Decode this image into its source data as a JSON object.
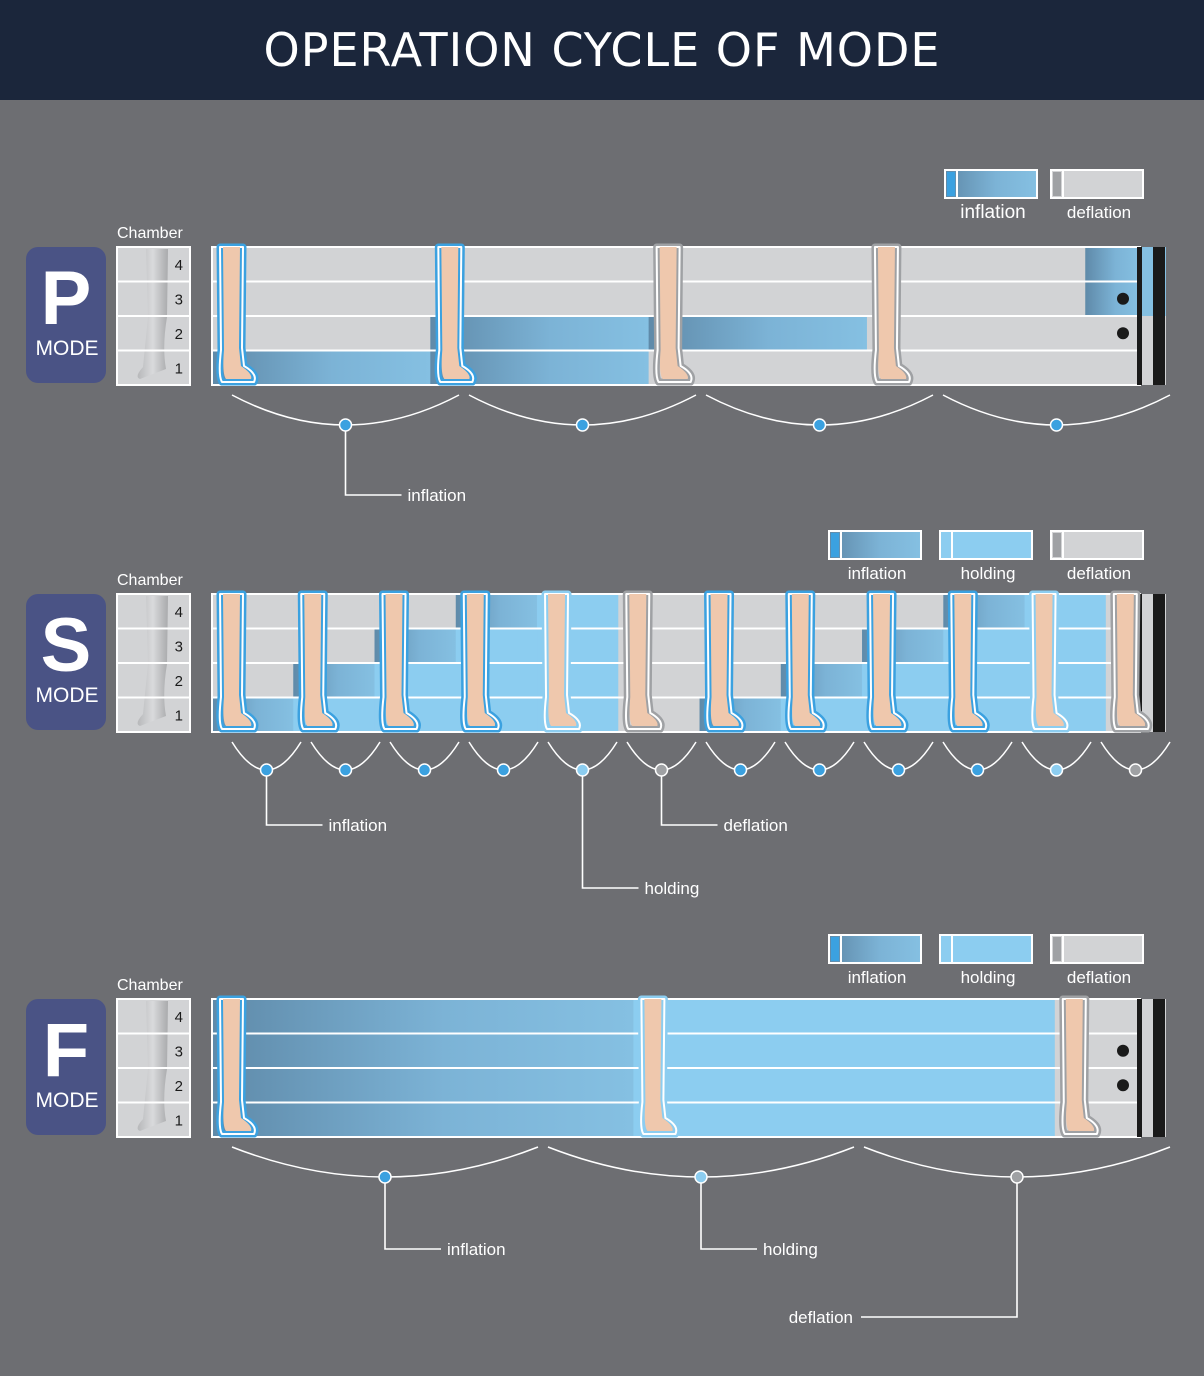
{
  "title": "OPERATION CYCLE  OF  MODE",
  "colors": {
    "header": "#1b263b",
    "background": "#6d6e72",
    "row_gray": "#d2d3d5",
    "inflation_dark": "#5f8aa9",
    "inflation_light": "#85c0e2",
    "holding": "#8ccdf0",
    "marker_blue": "#3ba1e0",
    "marker_gray": "#9fa1a4",
    "badge": "#4a5385"
  },
  "chamber_label": "Chamber",
  "chamber_numbers": [
    "4",
    "3",
    "2",
    "1"
  ],
  "mode_word": "MODE",
  "modes": [
    {
      "id": "p",
      "letter": "P",
      "legend": [
        {
          "key": "inflation",
          "label": "inflation"
        },
        {
          "key": "deflation",
          "label": "deflation"
        }
      ],
      "phase_count": 4,
      "cells": [
        [
          "g",
          "g",
          "g",
          "g"
        ],
        [
          "g",
          "g",
          "g",
          "g"
        ],
        [
          "g",
          "i",
          "i",
          "g"
        ],
        [
          "i",
          "i",
          "g",
          "g"
        ]
      ],
      "last_cells": [
        "i",
        "i",
        "g",
        "g"
      ],
      "feet": [
        "b",
        "b",
        "g",
        "g"
      ],
      "stages": [
        "i",
        "i",
        "i",
        "i"
      ],
      "callouts": [
        {
          "stage": 0,
          "label": "inflation",
          "drop": 70
        }
      ]
    },
    {
      "id": "s",
      "letter": "S",
      "legend": [
        {
          "key": "inflation",
          "label": "inflation"
        },
        {
          "key": "holding",
          "label": "holding"
        },
        {
          "key": "deflation",
          "label": "deflation"
        }
      ],
      "phase_count": 11,
      "cells": [
        [
          "g",
          "g",
          "g",
          "i",
          "h",
          "g",
          "g",
          "g",
          "g",
          "i",
          "h"
        ],
        [
          "g",
          "g",
          "i",
          "h",
          "h",
          "g",
          "g",
          "g",
          "i",
          "h",
          "h"
        ],
        [
          "g",
          "i",
          "h",
          "h",
          "h",
          "g",
          "g",
          "i",
          "h",
          "h",
          "h"
        ],
        [
          "i",
          "h",
          "h",
          "h",
          "h",
          "g",
          "i",
          "h",
          "h",
          "h",
          "h"
        ]
      ],
      "last_cells": [
        "g",
        "g",
        "g",
        "g"
      ],
      "feet": [
        "b",
        "b",
        "b",
        "b",
        "l",
        "g",
        "b",
        "b",
        "b",
        "b",
        "l",
        "g"
      ],
      "stages": [
        "i",
        "i",
        "i",
        "i",
        "h",
        "g",
        "i",
        "i",
        "i",
        "i",
        "h",
        "g"
      ],
      "callouts": [
        {
          "stage": 0,
          "label": "inflation",
          "drop": 55
        },
        {
          "stage": 4,
          "label": "holding",
          "drop": 118
        },
        {
          "stage": 5,
          "label": "deflation",
          "drop": 55
        }
      ]
    },
    {
      "id": "f",
      "letter": "F",
      "legend": [
        {
          "key": "inflation",
          "label": "inflation"
        },
        {
          "key": "holding",
          "label": "holding"
        },
        {
          "key": "deflation",
          "label": "deflation"
        }
      ],
      "phase_count": 2,
      "cells": [
        [
          "i",
          "h"
        ],
        [
          "i",
          "h"
        ],
        [
          "i",
          "h"
        ],
        [
          "i",
          "h"
        ]
      ],
      "last_cells": [
        "g",
        "g",
        "g",
        "g"
      ],
      "feet": [
        "b",
        "l",
        "g"
      ],
      "stages": [
        "i",
        "h",
        "g"
      ],
      "callouts": [
        {
          "stage": 0,
          "label": "inflation",
          "drop": 72
        },
        {
          "stage": 1,
          "label": "holding",
          "drop": 72
        },
        {
          "stage": 2,
          "label": "deflation",
          "drop": 140,
          "left": true
        }
      ]
    }
  ]
}
